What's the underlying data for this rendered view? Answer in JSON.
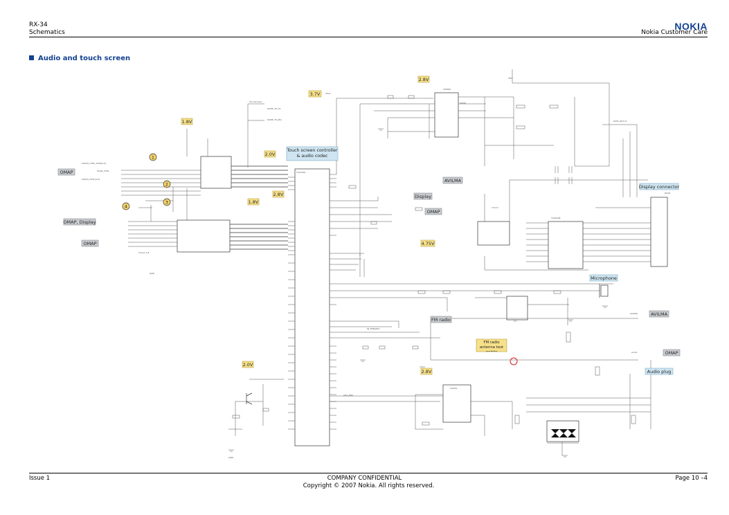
{
  "header": {
    "doc_id": "RX-34",
    "subtitle": "Schematics",
    "brand": "NOKIA",
    "right_label": "Nokia Customer Care"
  },
  "section": {
    "title": "Audio and touch screen"
  },
  "diagram": {
    "callouts": [
      "1",
      "2",
      "3",
      "4"
    ],
    "voltage_tags": [
      "1.8V",
      "2.0V",
      "2.8V",
      "2.8V",
      "1.8V",
      "3.7V",
      "2.0V",
      "2.8V",
      "4.75V"
    ],
    "group_labels": {
      "omap_left_top": "OMAP",
      "omap_display": "OMAP, Display",
      "omap_left_bottom": "OMAP",
      "touch_codec": "Touch screen controller & audio codec",
      "display": "Display",
      "omap_right": "OMAP",
      "avilma": "AVILMA",
      "display_connector": "Display connector",
      "microphone": "Microphone",
      "avilma_right": "AVILMA",
      "fm_radio": "FM radio",
      "fm_antenna": "FM radio antenna test points",
      "omap_audio": "OMAP",
      "audio_plug": "Audio plug"
    }
  },
  "footer": {
    "issue": "Issue 1",
    "confidential": "COMPANY CONFIDENTIAL",
    "copyright": "Copyright © 2007 Nokia. All rights reserved.",
    "page": "Page 10 –4"
  },
  "colors": {
    "brand_blue": "#124191",
    "tag_yellow": "#f7e08a",
    "tag_blue": "#cfe6f2",
    "tag_grey": "#c9ccd0"
  }
}
